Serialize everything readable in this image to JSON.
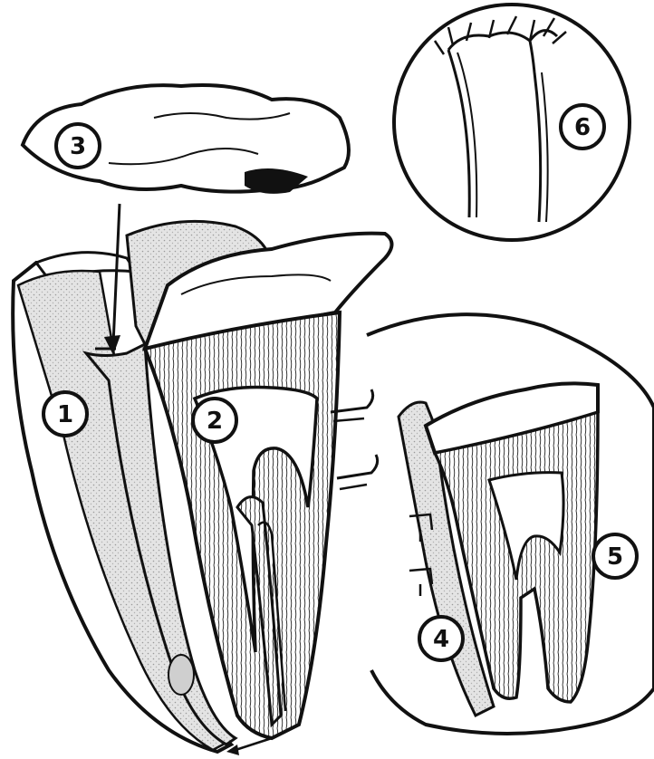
{
  "diagram": {
    "labels": [
      {
        "id": "label-1",
        "text": "1"
      },
      {
        "id": "label-2",
        "text": "2"
      },
      {
        "id": "label-3",
        "text": "3"
      },
      {
        "id": "label-4",
        "text": "4"
      },
      {
        "id": "label-5",
        "text": "5"
      },
      {
        "id": "label-6",
        "text": "6"
      }
    ]
  },
  "colors": {
    "ink": "#111111",
    "paper": "#ffffff",
    "shade": "#d9d9d9"
  }
}
